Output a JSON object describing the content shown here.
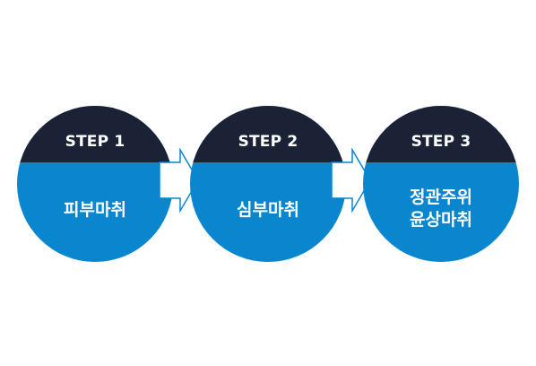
{
  "steps": [
    {
      "label": "STEP 1",
      "text": "피부마취"
    },
    {
      "label": "STEP 2",
      "text": "심부마취"
    },
    {
      "label": "STEP 3",
      "text_line1": "정관주위",
      "text_line2": "윤상마취"
    }
  ],
  "colors": {
    "cap": "#1c2236",
    "body": "#0a86cf",
    "arrow_fill": "#ffffff",
    "arrow_stroke": "#0a86cf"
  },
  "icons": {
    "connector": "right-arrow-icon"
  }
}
